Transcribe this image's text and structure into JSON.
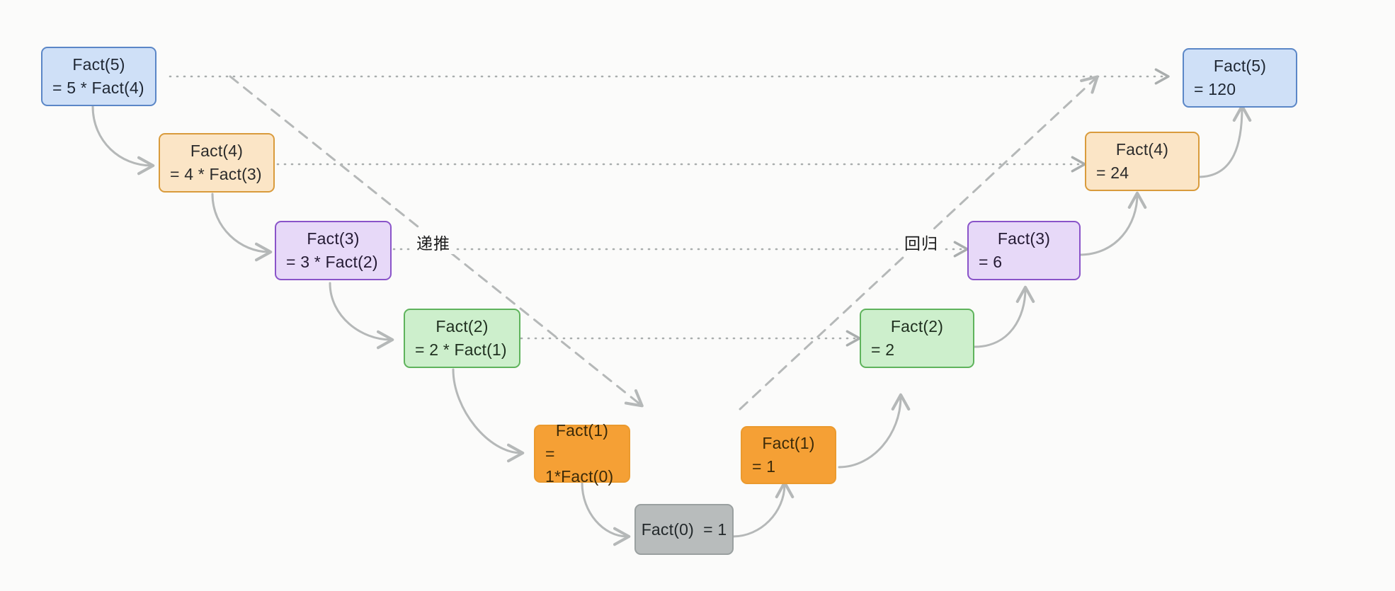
{
  "diagram": {
    "title": "Factorial recursion trace Fact(5)",
    "background_color": "#fbfbfa",
    "phase_labels": {
      "descend": "递推",
      "ascend": "回归"
    },
    "nodes": [
      {
        "id": "l5",
        "line1": "Fact(5)",
        "line2": "= 5 * Fact(4)",
        "color_name": "blue",
        "fill": "#cfe0f7",
        "stroke": "#5b87c7"
      },
      {
        "id": "l4",
        "line1": "Fact(4)",
        "line2": "= 4 * Fact(3)",
        "color_name": "orange",
        "fill": "#fbe5c6",
        "stroke": "#d99b3c"
      },
      {
        "id": "l3",
        "line1": "Fact(3)",
        "line2": "= 3 * Fact(2)",
        "color_name": "purple",
        "fill": "#e7d9f8",
        "stroke": "#8a54c9"
      },
      {
        "id": "l2",
        "line1": "Fact(2)",
        "line2": "= 2 * Fact(1)",
        "color_name": "green",
        "fill": "#cdefcc",
        "stroke": "#5fb35c"
      },
      {
        "id": "l1",
        "line1": "Fact(1)",
        "line2": "= 1*Fact(0)",
        "color_name": "amber",
        "fill": "#f5a035",
        "stroke": "#eb9a2e"
      },
      {
        "id": "base",
        "line1": "Fact(0)  = 1",
        "line2": "",
        "color_name": "gray",
        "fill": "#b8bcbc",
        "stroke": "#9aa0a0"
      },
      {
        "id": "r1",
        "line1": "Fact(1)",
        "line2": "= 1",
        "color_name": "amber",
        "fill": "#f5a035",
        "stroke": "#eb9a2e"
      },
      {
        "id": "r2",
        "line1": "Fact(2)",
        "line2": "= 2",
        "color_name": "green",
        "fill": "#cdefcc",
        "stroke": "#5fb35c"
      },
      {
        "id": "r3",
        "line1": "Fact(3)",
        "line2": "= 6",
        "color_name": "purple",
        "fill": "#e7d9f8",
        "stroke": "#8a54c9"
      },
      {
        "id": "r4",
        "line1": "Fact(4)",
        "line2": "= 24",
        "color_name": "orange",
        "fill": "#fbe5c6",
        "stroke": "#d99b3c"
      },
      {
        "id": "r5",
        "line1": "Fact(5)",
        "line2": "= 120",
        "color_name": "blue",
        "fill": "#cfe0f7",
        "stroke": "#5b87c7"
      }
    ],
    "edge_color": "#b5b8b8",
    "dotted_color": "#a9adad"
  }
}
